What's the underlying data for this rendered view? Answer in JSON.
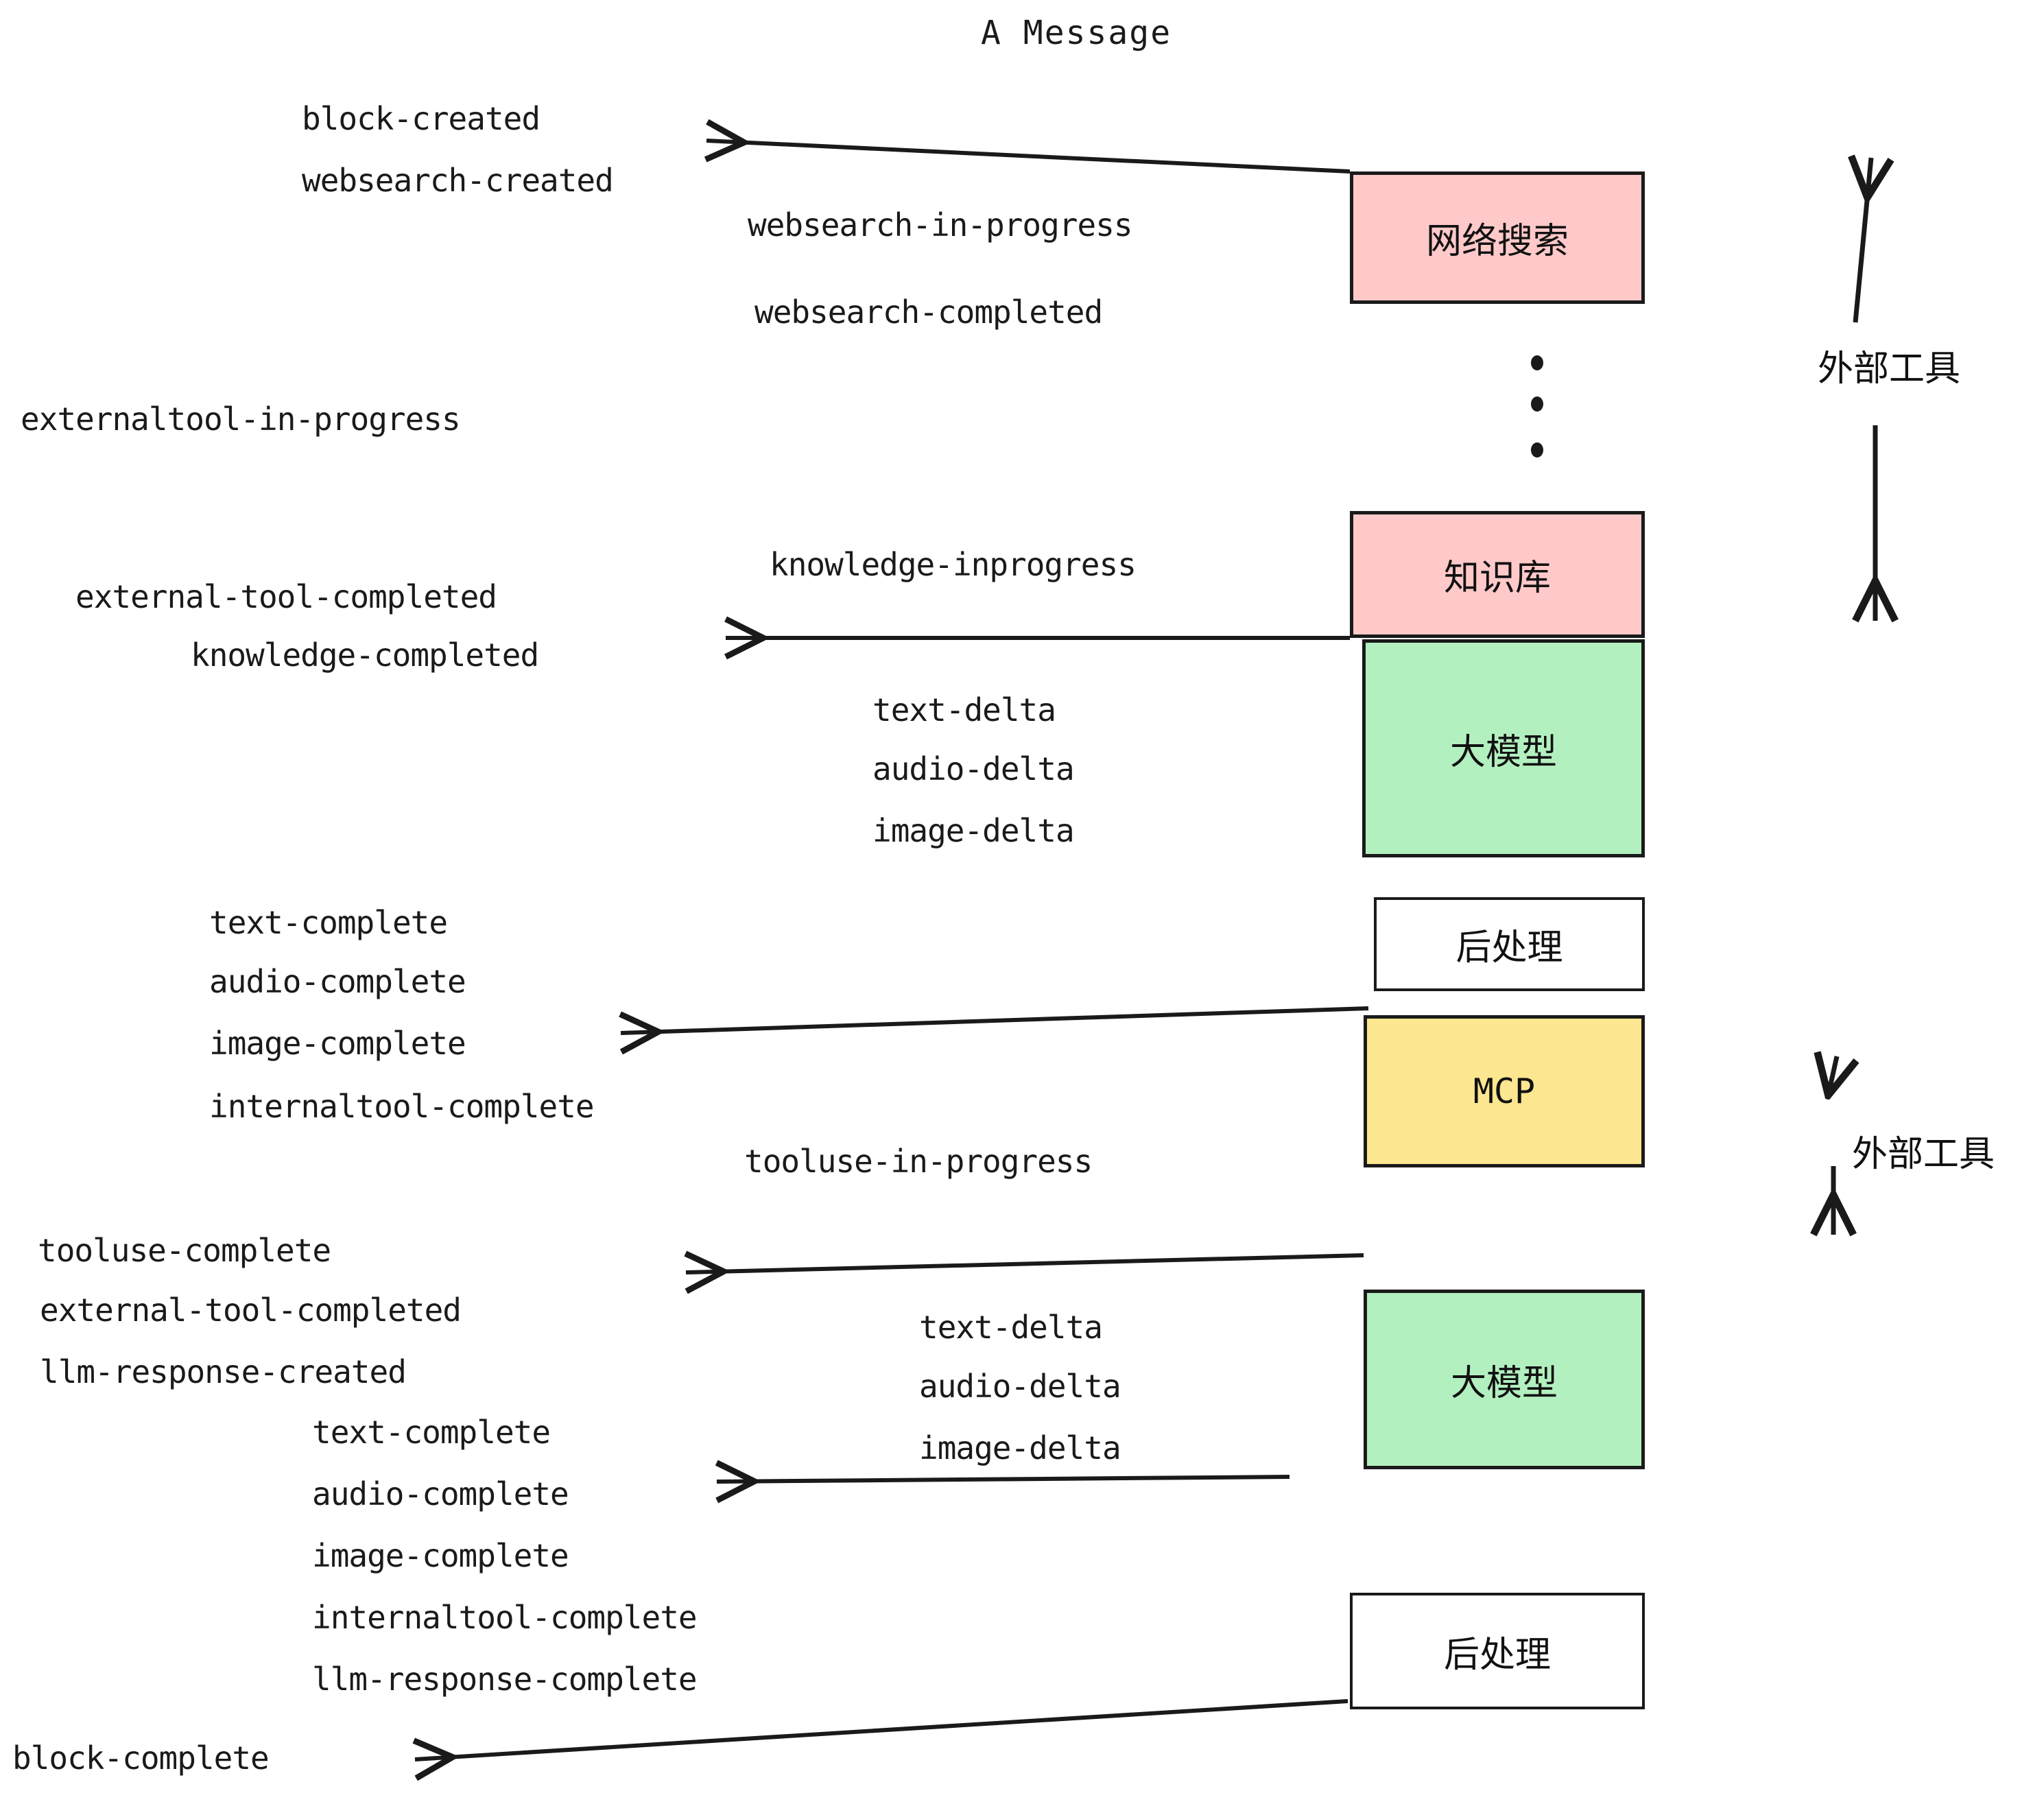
{
  "diagram": {
    "title": "A Message",
    "colors": {
      "pink": "#ffc9c9",
      "green": "#b3f0c0",
      "yellow": "#fce68f",
      "white": "#ffffff",
      "stroke": "#1a1a1a"
    },
    "boxes": [
      {
        "id": "websearch",
        "label": "网络搜索",
        "fill": "#ffc9c9"
      },
      {
        "id": "knowledge",
        "label": "知识库",
        "fill": "#ffc9c9"
      },
      {
        "id": "llm-1",
        "label": "大模型",
        "fill": "#b3f0c0"
      },
      {
        "id": "postprocess-1",
        "label": "后处理",
        "fill": "#ffffff"
      },
      {
        "id": "mcp",
        "label": "MCP",
        "fill": "#fce68f"
      },
      {
        "id": "llm-2",
        "label": "大模型",
        "fill": "#b3f0c0"
      },
      {
        "id": "postprocess-2",
        "label": "后处理",
        "fill": "#ffffff"
      }
    ],
    "groups": [
      {
        "id": "external-tools-top",
        "label": "外部工具"
      },
      {
        "id": "external-tools-bottom",
        "label": "外部工具"
      }
    ],
    "events": [
      {
        "id": "e01",
        "text": "block-created"
      },
      {
        "id": "e02",
        "text": "websearch-created"
      },
      {
        "id": "e03",
        "text": "websearch-in-progress"
      },
      {
        "id": "e04",
        "text": "websearch-completed"
      },
      {
        "id": "e05",
        "text": "externaltool-in-progress"
      },
      {
        "id": "e06",
        "text": "knowledge-inprogress"
      },
      {
        "id": "e07",
        "text": "external-tool-completed"
      },
      {
        "id": "e08",
        "text": "knowledge-completed"
      },
      {
        "id": "e09",
        "text": "text-delta"
      },
      {
        "id": "e10",
        "text": "audio-delta"
      },
      {
        "id": "e11",
        "text": "image-delta"
      },
      {
        "id": "e12",
        "text": "text-complete"
      },
      {
        "id": "e13",
        "text": "audio-complete"
      },
      {
        "id": "e14",
        "text": "image-complete"
      },
      {
        "id": "e15",
        "text": "internaltool-complete"
      },
      {
        "id": "e16",
        "text": "tooluse-in-progress"
      },
      {
        "id": "e17",
        "text": "tooluse-complete"
      },
      {
        "id": "e18",
        "text": "external-tool-completed"
      },
      {
        "id": "e19",
        "text": "llm-response-created"
      },
      {
        "id": "e20",
        "text": "text-complete"
      },
      {
        "id": "e21",
        "text": "audio-complete"
      },
      {
        "id": "e22",
        "text": "image-complete"
      },
      {
        "id": "e23",
        "text": "internaltool-complete"
      },
      {
        "id": "e24",
        "text": "llm-response-complete"
      },
      {
        "id": "e25",
        "text": "text-delta"
      },
      {
        "id": "e26",
        "text": "audio-delta"
      },
      {
        "id": "e27",
        "text": "image-delta"
      },
      {
        "id": "e28",
        "text": "block-complete"
      }
    ],
    "ellipsis": "vertical-dots"
  }
}
